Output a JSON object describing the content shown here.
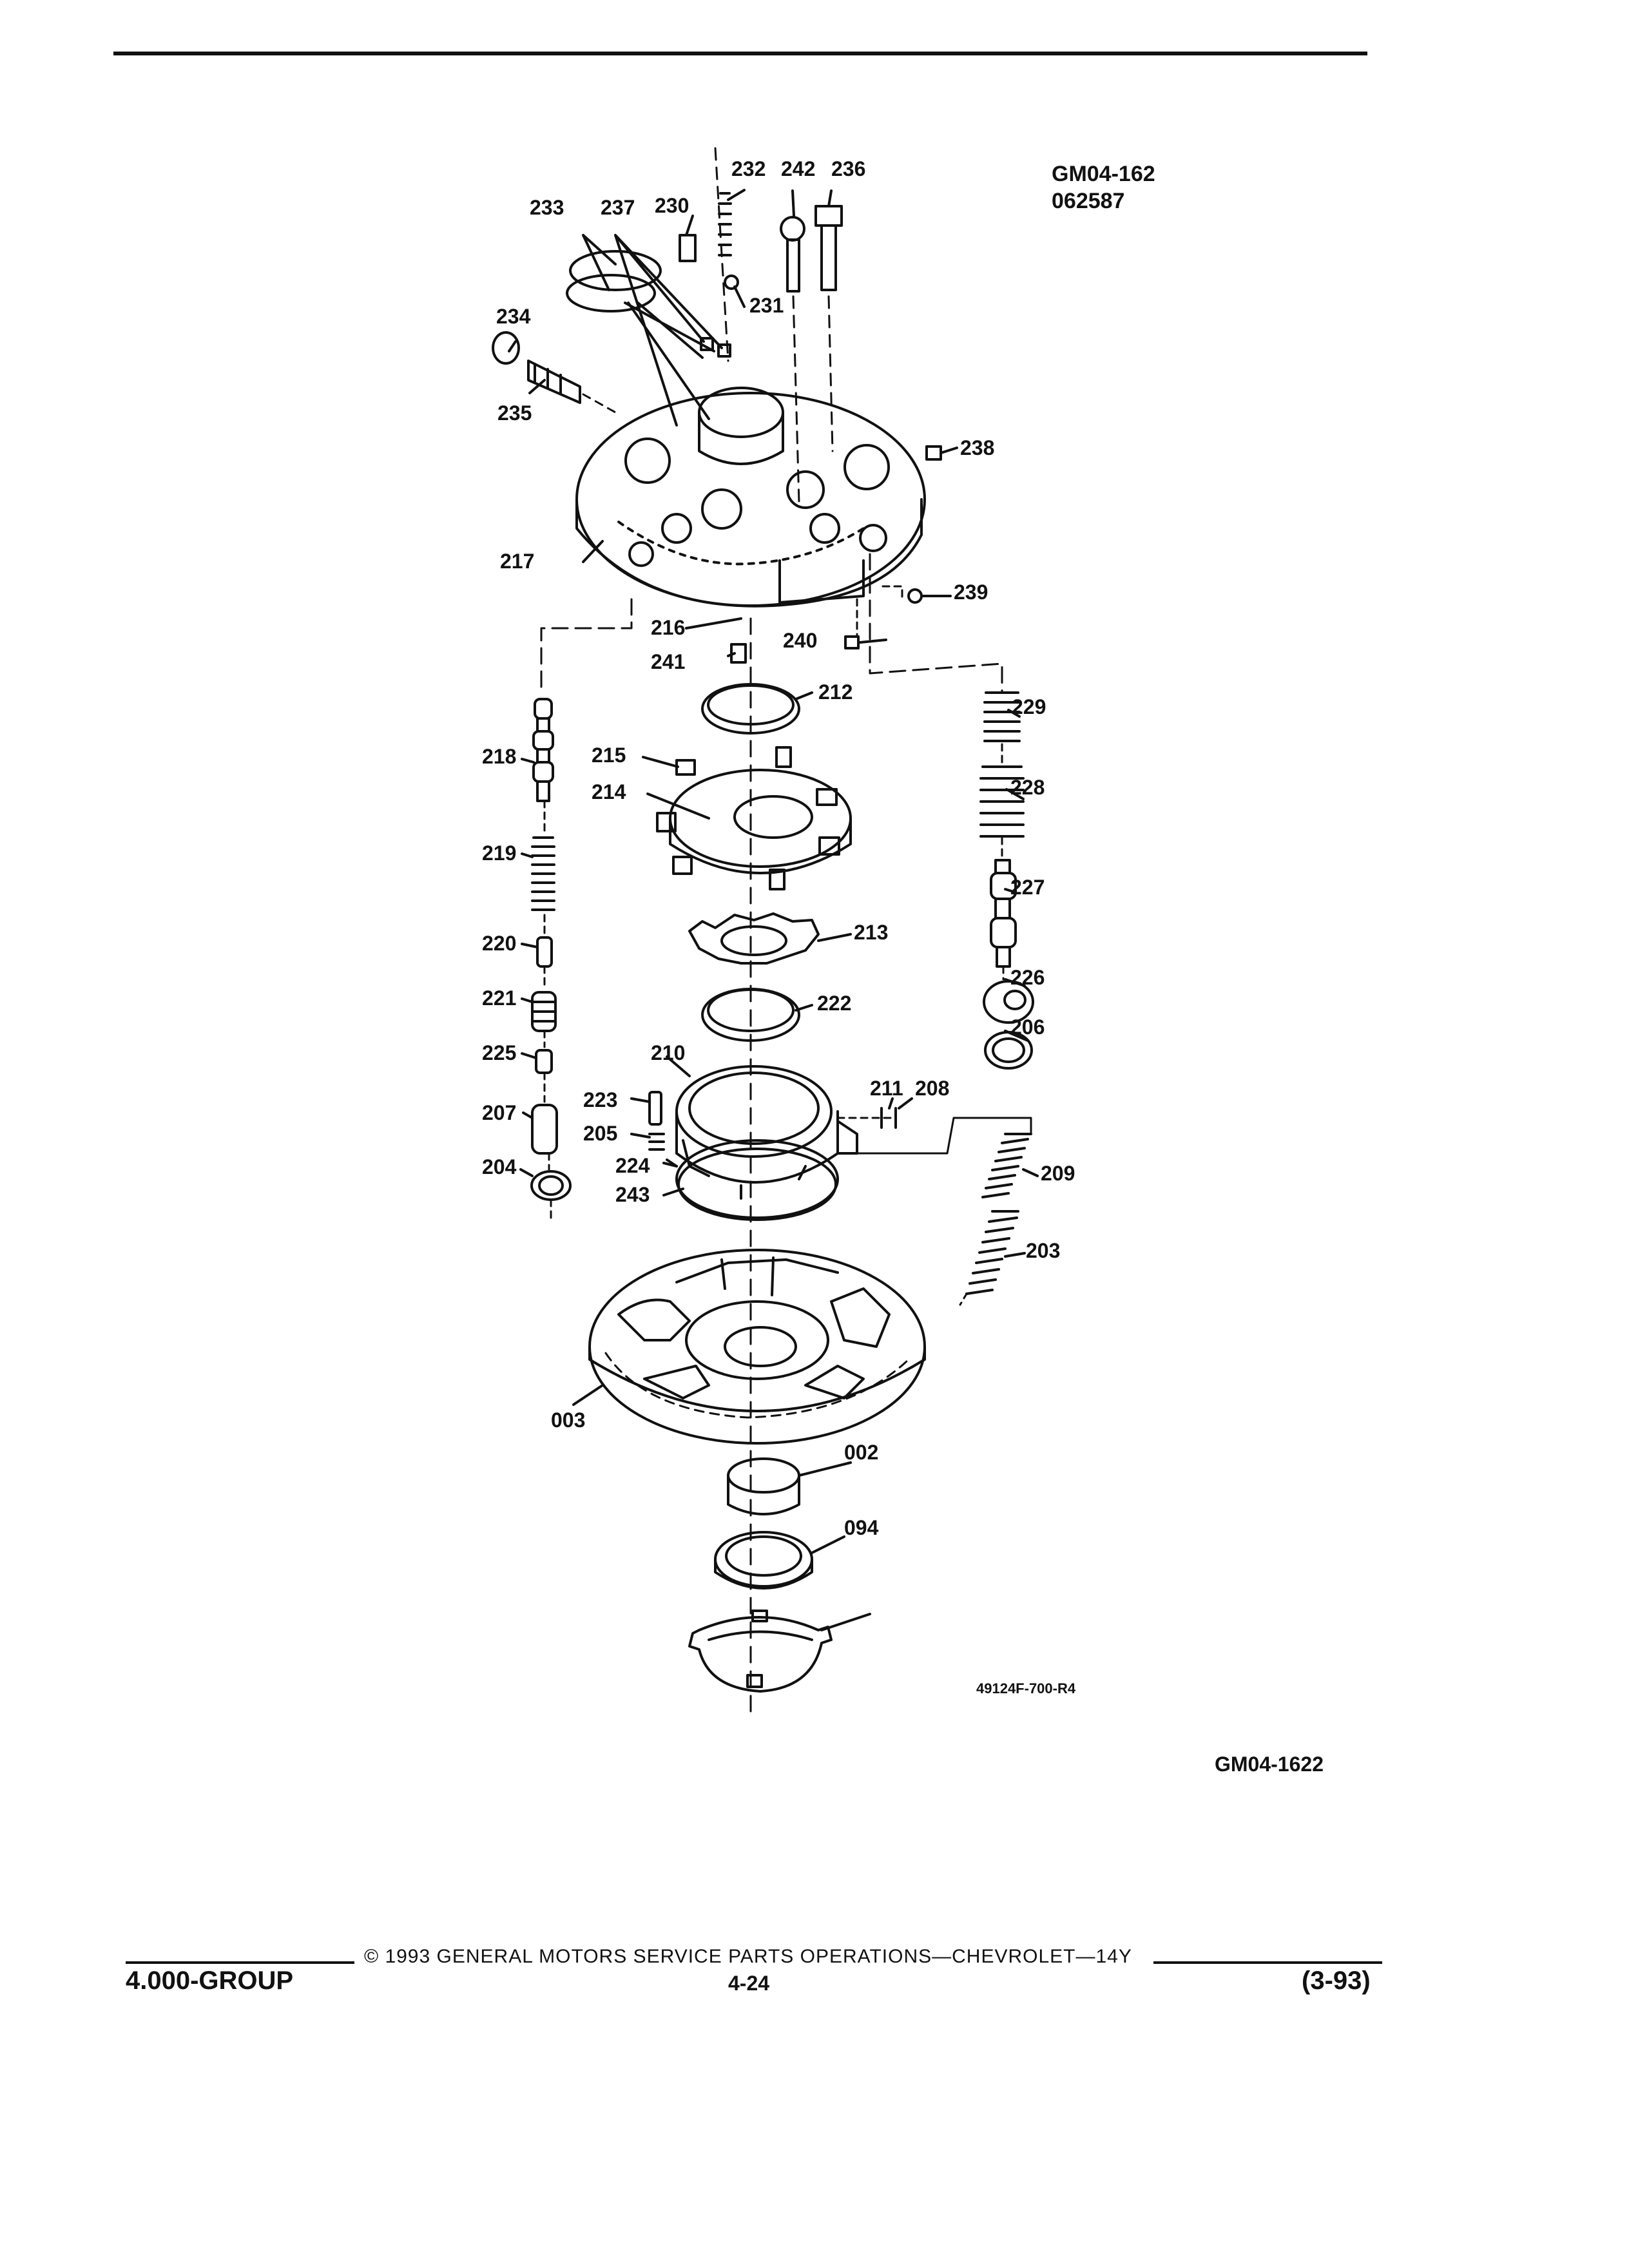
{
  "header": {
    "ref_code": "GM04-162",
    "ref_date": "062587"
  },
  "diagram": {
    "figure_id": "49124F-700-R4",
    "callouts": [
      "233",
      "237",
      "230",
      "232",
      "242",
      "236",
      "234",
      "231",
      "235",
      "238",
      "217",
      "239",
      "216",
      "240",
      "241",
      "212",
      "229",
      "218",
      "215",
      "214",
      "228",
      "219",
      "227",
      "213",
      "220",
      "226",
      "221",
      "222",
      "225",
      "206",
      "210",
      "211",
      "208",
      "223",
      "207",
      "205",
      "224",
      "204",
      "243",
      "209",
      "203",
      "003",
      "002",
      "094"
    ]
  },
  "caption": {
    "code": "GM04-1622"
  },
  "footer": {
    "copyright": "© 1993 GENERAL MOTORS SERVICE PARTS OPERATIONS—CHEVROLET—14Y",
    "group": "4.000-GROUP",
    "page": "4-24",
    "date": "(3-93)"
  }
}
